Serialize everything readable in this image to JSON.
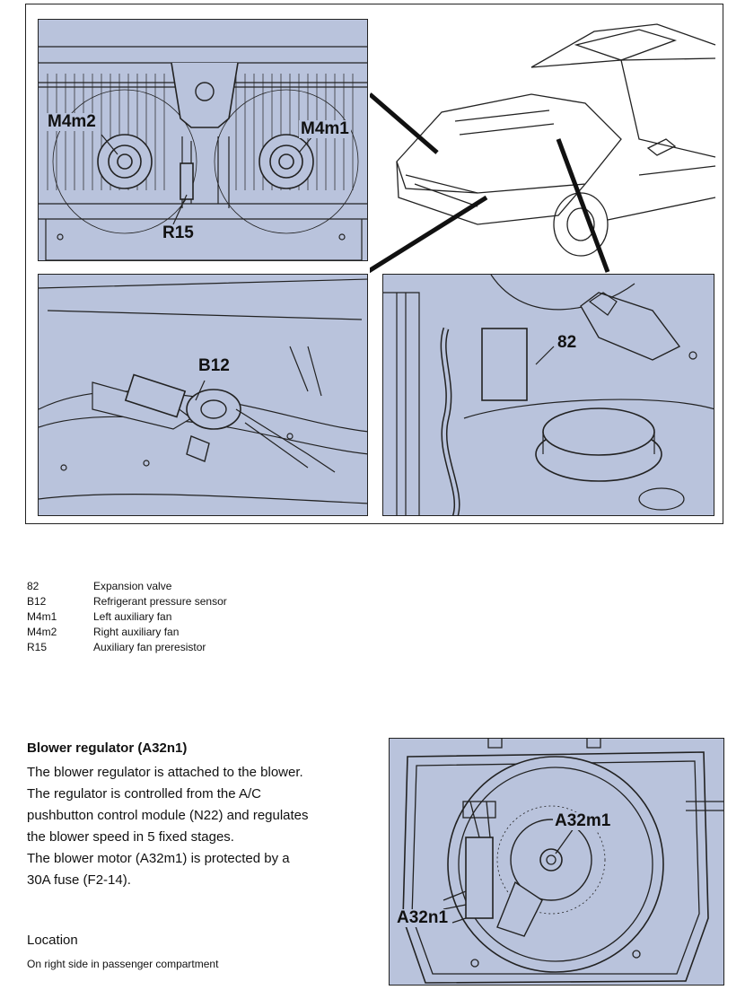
{
  "callouts": {
    "m4m2": "M4m2",
    "m4m1": "M4m1",
    "r15": "R15",
    "b12": "B12",
    "valve": "82",
    "a32m1": "A32m1",
    "a32n1": "A32n1"
  },
  "legend": [
    {
      "code": "82",
      "label": "Expansion valve"
    },
    {
      "code": "B12",
      "label": "Refrigerant pressure sensor"
    },
    {
      "code": "M4m1",
      "label": "Left auxiliary fan"
    },
    {
      "code": "M4m2",
      "label": "Right auxiliary fan"
    },
    {
      "code": "R15",
      "label": "Auxiliary fan preresistor"
    }
  ],
  "section": {
    "title": "Blower regulator (A32n1)",
    "lines": [
      "The blower regulator is attached to the blower.",
      "The regulator is controlled from the A/C",
      "pushbutton control module (N22) and regulates",
      "the blower speed in 5 fixed stages.",
      "The blower motor (A32m1) is protected by a",
      "30A fuse (F2-14)."
    ],
    "location_heading": "Location",
    "location_text": "On right side in passenger compartment"
  },
  "colors": {
    "panel_fill": "#b9c3dc",
    "line": "#222222"
  }
}
